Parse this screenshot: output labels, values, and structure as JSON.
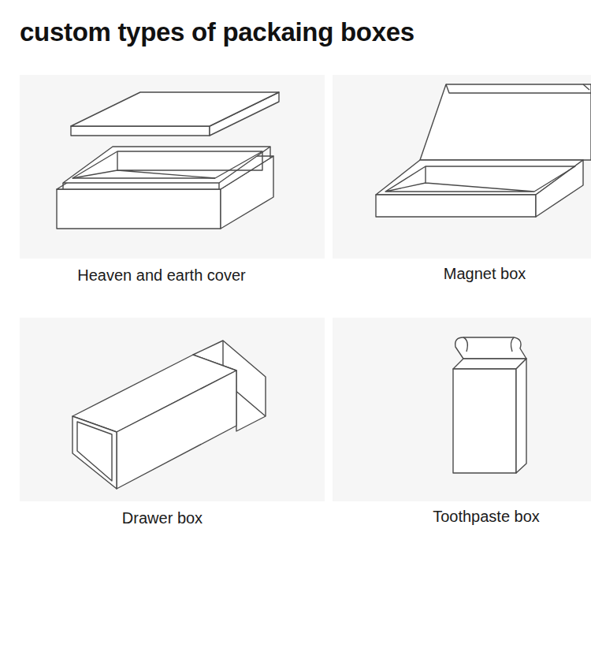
{
  "diagram": {
    "title": "custom types of packaing boxes",
    "labels": [
      "Heaven and earth cover",
      "Magnet box",
      "Drawer box",
      "Toothpaste box"
    ]
  }
}
